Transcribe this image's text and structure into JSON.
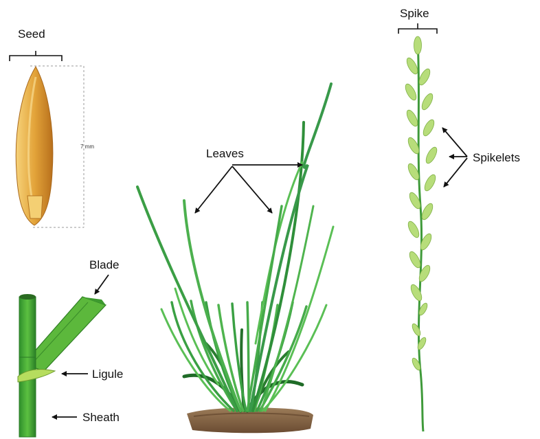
{
  "labels": {
    "seed": "Seed",
    "seed_length": "7 mm",
    "leaves": "Leaves",
    "spike": "Spike",
    "spikelets": "Spikelets",
    "blade": "Blade",
    "ligule": "Ligule",
    "sheath": "Sheath"
  },
  "colors": {
    "grass_dark": "#1f7a2e",
    "grass_mid": "#3fa447",
    "grass_light": "#8fd06a",
    "stem_green": "#4fb33a",
    "seed_gold": "#e3a43a",
    "seed_dark": "#b06a1a",
    "soil": "#8a6a4a",
    "spikelet": "#b7dd7a"
  }
}
